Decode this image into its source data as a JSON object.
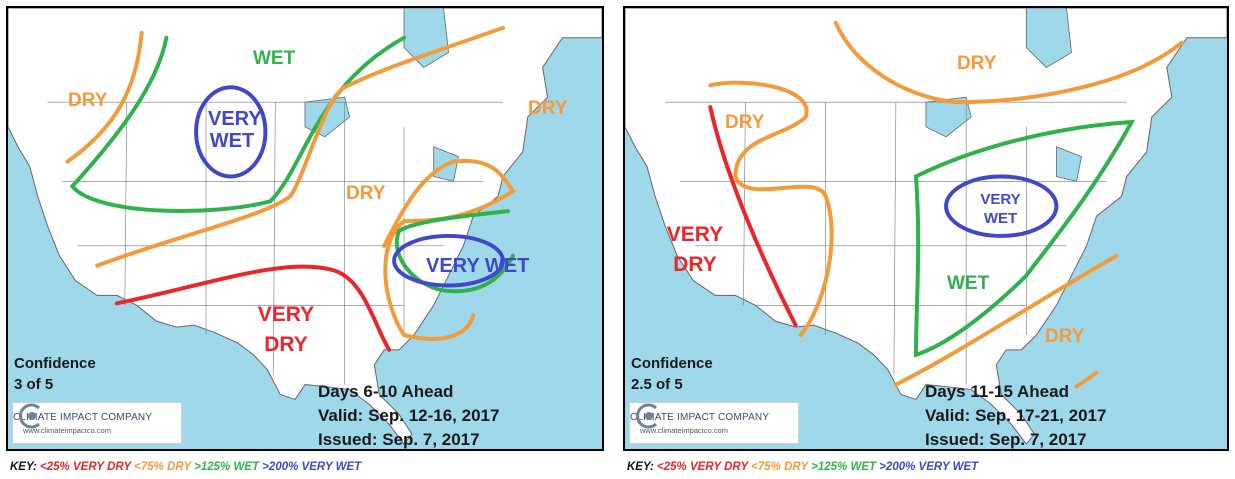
{
  "colors": {
    "ocean": "#9ed8ea",
    "land": "#ffffff",
    "very_dry": "#e8262b",
    "dry": "#f39a3a",
    "wet": "#2fb24b",
    "very_wet": "#3f48cc"
  },
  "left": {
    "labels": {
      "wet": "WET",
      "dry_west": "DRY",
      "dry_east": "DRY",
      "dry_central": "DRY",
      "very_wet_west_1": "VERY",
      "very_wet_west_2": "WET",
      "very_wet_east": "VERY WET",
      "very_dry_1": "VERY",
      "very_dry_2": "DRY"
    },
    "confidence_1": "Confidence",
    "confidence_2": "3 of 5",
    "period": "Days 6-10 Ahead",
    "valid": "Valid: Sep. 12-16, 2017",
    "issued": "Issued: Sep. 7, 2017"
  },
  "right": {
    "labels": {
      "dry_north": "DRY",
      "dry_west": "DRY",
      "dry_south": "DRY",
      "very_dry_1": "VERY",
      "very_dry_2": "DRY",
      "very_wet_1": "VERY",
      "very_wet_2": "WET",
      "wet": "WET"
    },
    "confidence_1": "Confidence",
    "confidence_2": "2.5 of 5",
    "period": "Days 11-15 Ahead",
    "valid": "Valid: Sep. 17-21, 2017",
    "issued": "Issued: Sep. 7, 2017"
  },
  "logo": {
    "brand": "CLIMATE IMPACT COMPANY",
    "url": "www.climateimpactco.com"
  },
  "key": {
    "prefix": "KEY:",
    "very_dry": "<25% VERY DRY",
    "dry": "<75% DRY",
    "wet": ">125% WET",
    "very_wet": ">200% VERY WET"
  }
}
